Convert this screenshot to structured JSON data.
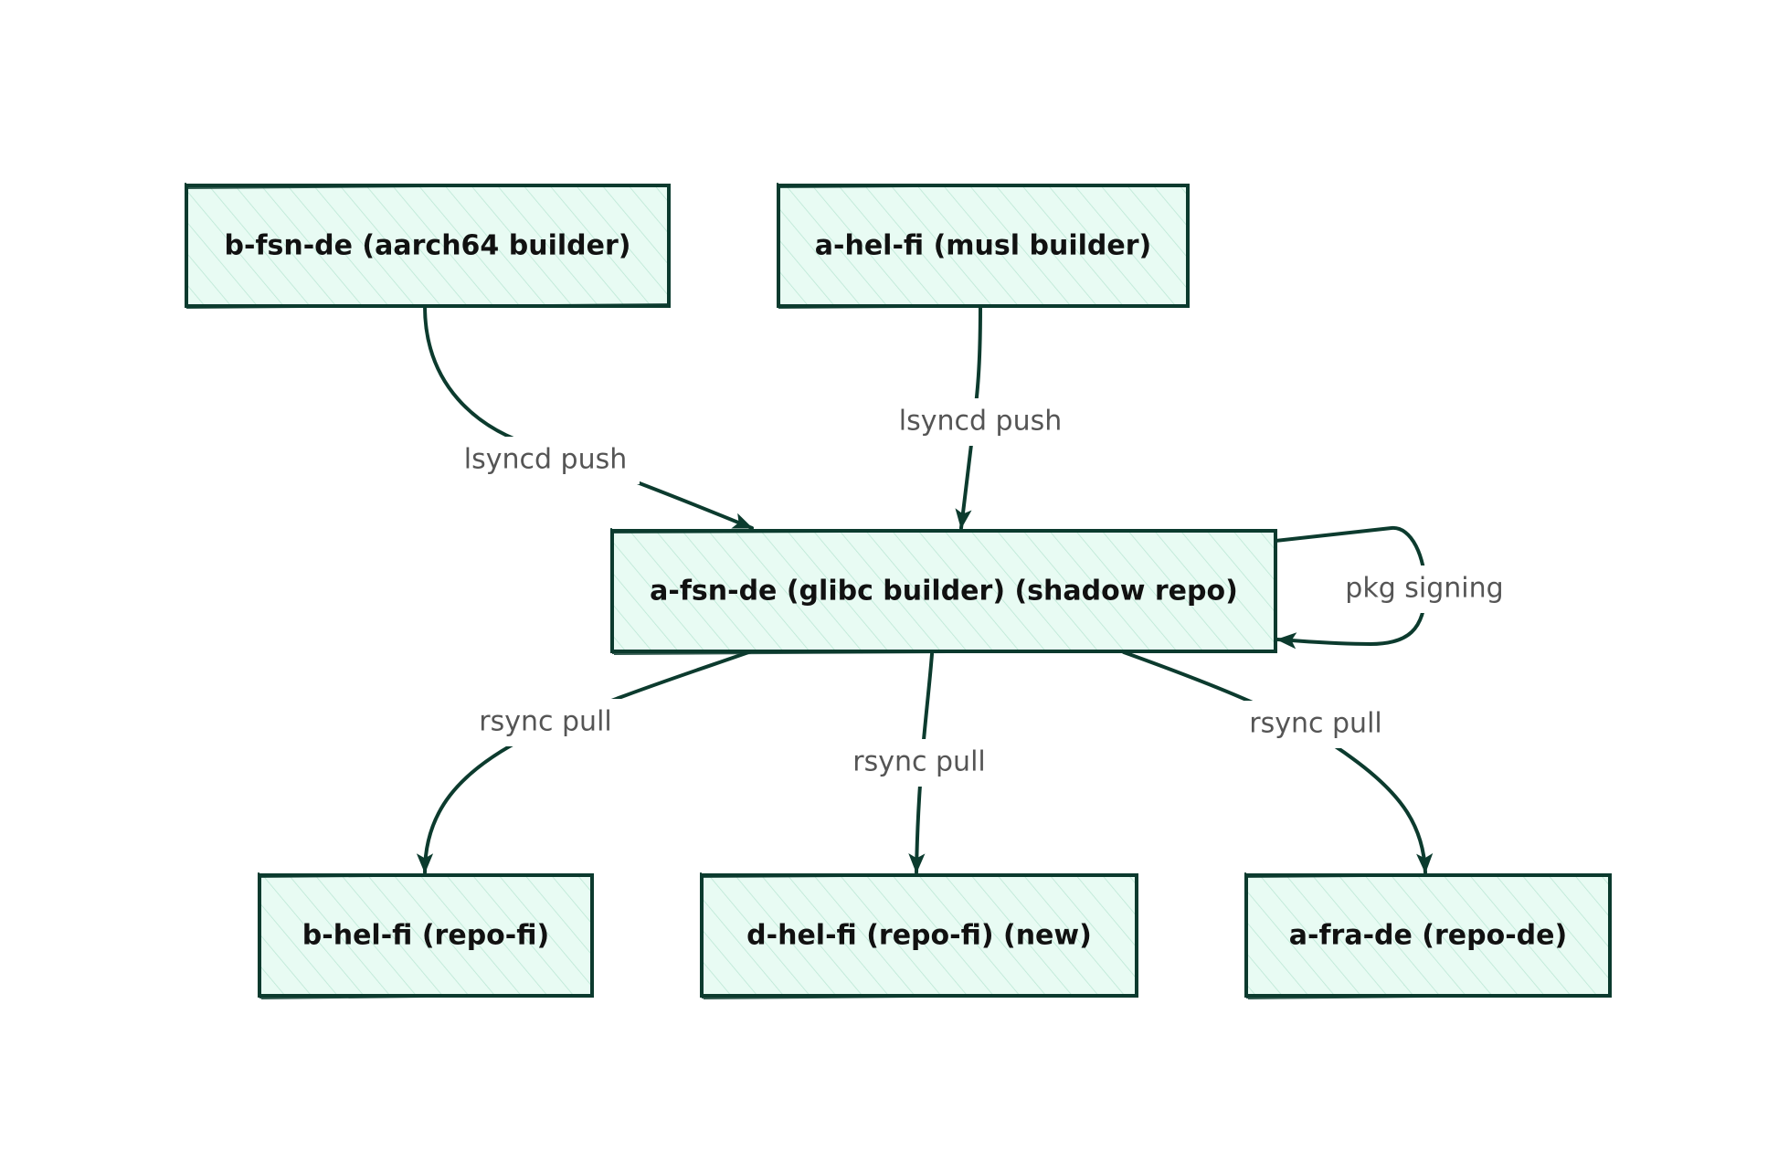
{
  "colors": {
    "node_fill": "#e8fbf3",
    "node_stroke": "#0c3b2e",
    "hatch": "#b9e6d3",
    "label_text": "#111111",
    "edge_label_text": "#555555"
  },
  "nodes": {
    "b_fsn_de": {
      "label": "b-fsn-de (aarch64 builder)"
    },
    "a_hel_fi": {
      "label": "a-hel-fi (musl builder)"
    },
    "a_fsn_de": {
      "label": "a-fsn-de (glibc builder) (shadow repo)"
    },
    "b_hel_fi": {
      "label": "b-hel-fi (repo-fi)"
    },
    "d_hel_fi": {
      "label": "d-hel-fi (repo-fi) (new)"
    },
    "a_fra_de": {
      "label": "a-fra-de (repo-de)"
    }
  },
  "edges": {
    "b_fsn_to_a_fsn": {
      "label": "lsyncd push"
    },
    "a_hel_to_a_fsn": {
      "label": "lsyncd push"
    },
    "a_fsn_self": {
      "label": "pkg signing"
    },
    "a_fsn_to_b_hel": {
      "label": "rsync pull"
    },
    "a_fsn_to_d_hel": {
      "label": "rsync pull"
    },
    "a_fsn_to_a_fra": {
      "label": "rsync pull"
    }
  }
}
